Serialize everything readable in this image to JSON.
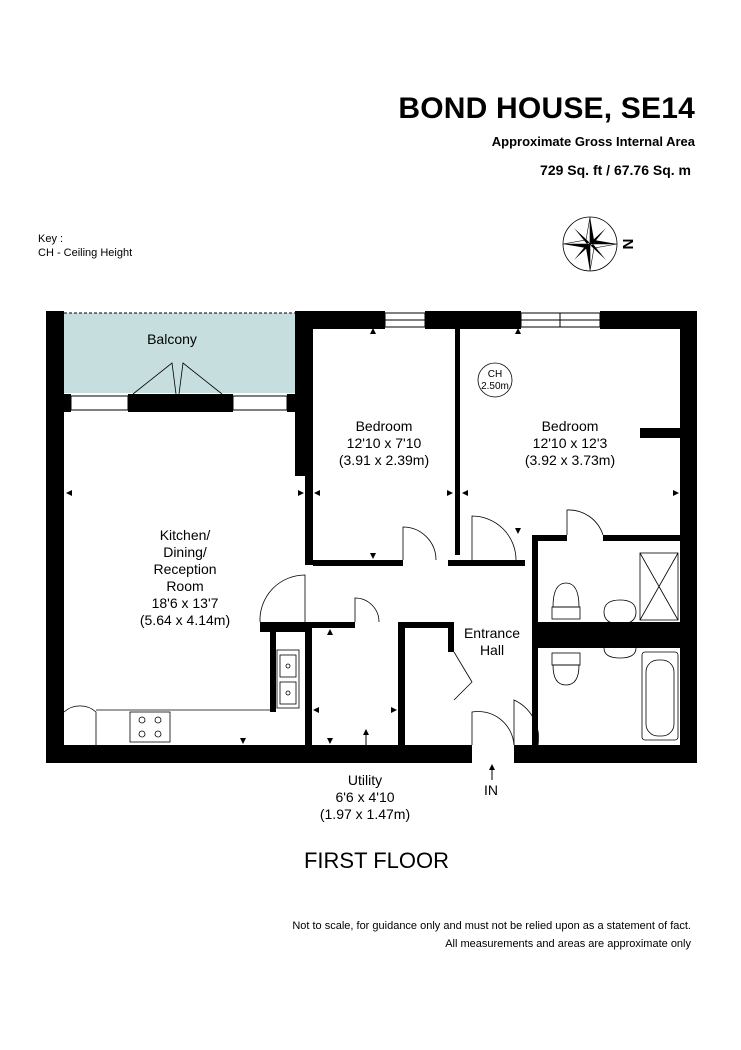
{
  "header": {
    "title": "BOND HOUSE, SE14",
    "subtitle": "Approximate Gross Internal Area",
    "area": "729 Sq. ft / 67.76 Sq. m"
  },
  "key": {
    "heading": "Key :",
    "entry": "CH - Ceiling Height"
  },
  "compass": {
    "label": "N"
  },
  "rooms": {
    "balcony": {
      "name": "Balcony"
    },
    "bedroom1": {
      "name": "Bedroom",
      "imperial": "12'10 x 7'10",
      "metric": "(3.91 x 2.39m)"
    },
    "bedroom2": {
      "name": "Bedroom",
      "imperial": "12'10 x 12'3",
      "metric": "(3.92 x 3.73m)"
    },
    "kitchen": {
      "line1": "Kitchen/",
      "line2": "Dining/",
      "line3": "Reception",
      "line4": "Room",
      "imperial": "18'6 x 13'7",
      "metric": "(5.64 x 4.14m)"
    },
    "hall": {
      "line1": "Entrance",
      "line2": "Hall"
    },
    "utility": {
      "name": "Utility",
      "imperial": "6'6 x 4'10",
      "metric": "(1.97 x 1.47m)"
    }
  },
  "ceiling_marker": {
    "label": "CH",
    "value": "2.50m"
  },
  "entrance_label": "IN",
  "floor_label": "FIRST FLOOR",
  "disclaimer": {
    "line1": "Not to scale, for guidance only and must not be relied upon as a statement of fact.",
    "line2": "All measurements and areas are approximate only"
  },
  "colors": {
    "wall": "#000000",
    "balcony_fill": "#c6dedd",
    "background": "#ffffff"
  }
}
